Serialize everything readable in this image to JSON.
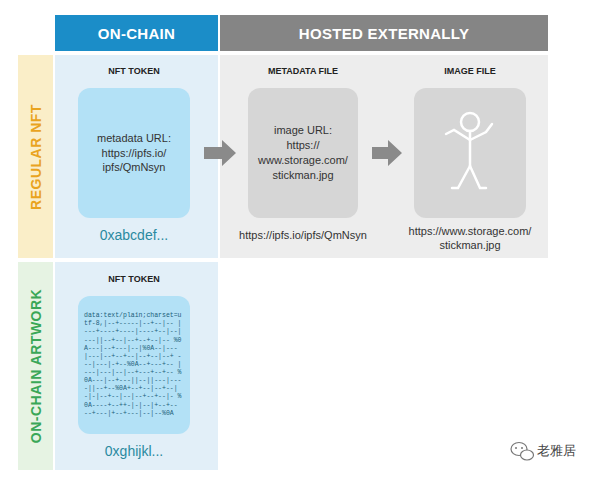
{
  "diagram": {
    "nodes": [
      {
        "text": [
          "ON-CHAIN"
        ]
      },
      {
        "text": [
          "HOSTED EXTERNALLY"
        ]
      },
      {
        "text": [
          "REGULAR NFT"
        ]
      },
      {
        "text": [
          "NFT TOKEN",
          "metadata URL: https://ipfs.io/ ipfs/QmNsyn",
          "0xabcdef..."
        ]
      },
      {
        "text": [
          "METADATA FILE",
          "image URL: https:// www.storage.com/ stickman.jpg",
          "https://ipfs.io/ipfs/QmNsyn"
        ]
      },
      {
        "text": [
          "IMAGE FILE",
          "https://www.storage.com/ stickman.jpg"
        ]
      },
      {
        "text": [
          "ON-CHAIN ARTWORK"
        ]
      },
      {
        "text": [
          "NFT TOKEN",
          "data:text/plain;charset=utf-8,|--+-----|--+--|-- |---+----+----|----+--|--|---||--+--|--+--+--|-- %0A---|--+---|--|%0A--|--- |---|--+--+--|--+--|--+ ---|---|-+--%0A--+---+-- |---|---|--|--+---+--+-- %0A---|--+---||--||---|--- -||--+--%0A+--+--|--+--| -|-|--+--|--|--+--+--|- %0A----+--++-|-|--|+--+-- --+---|+--+---|--|--%0A",
          "0xghijkl..."
        ]
      }
    ],
    "edges": [
      {
        "from": 3,
        "to": 4,
        "arrow": "to"
      },
      {
        "from": 4,
        "to": 5,
        "arrow": "to"
      }
    ],
    "labels": [
      "老雅居"
    ]
  }
}
